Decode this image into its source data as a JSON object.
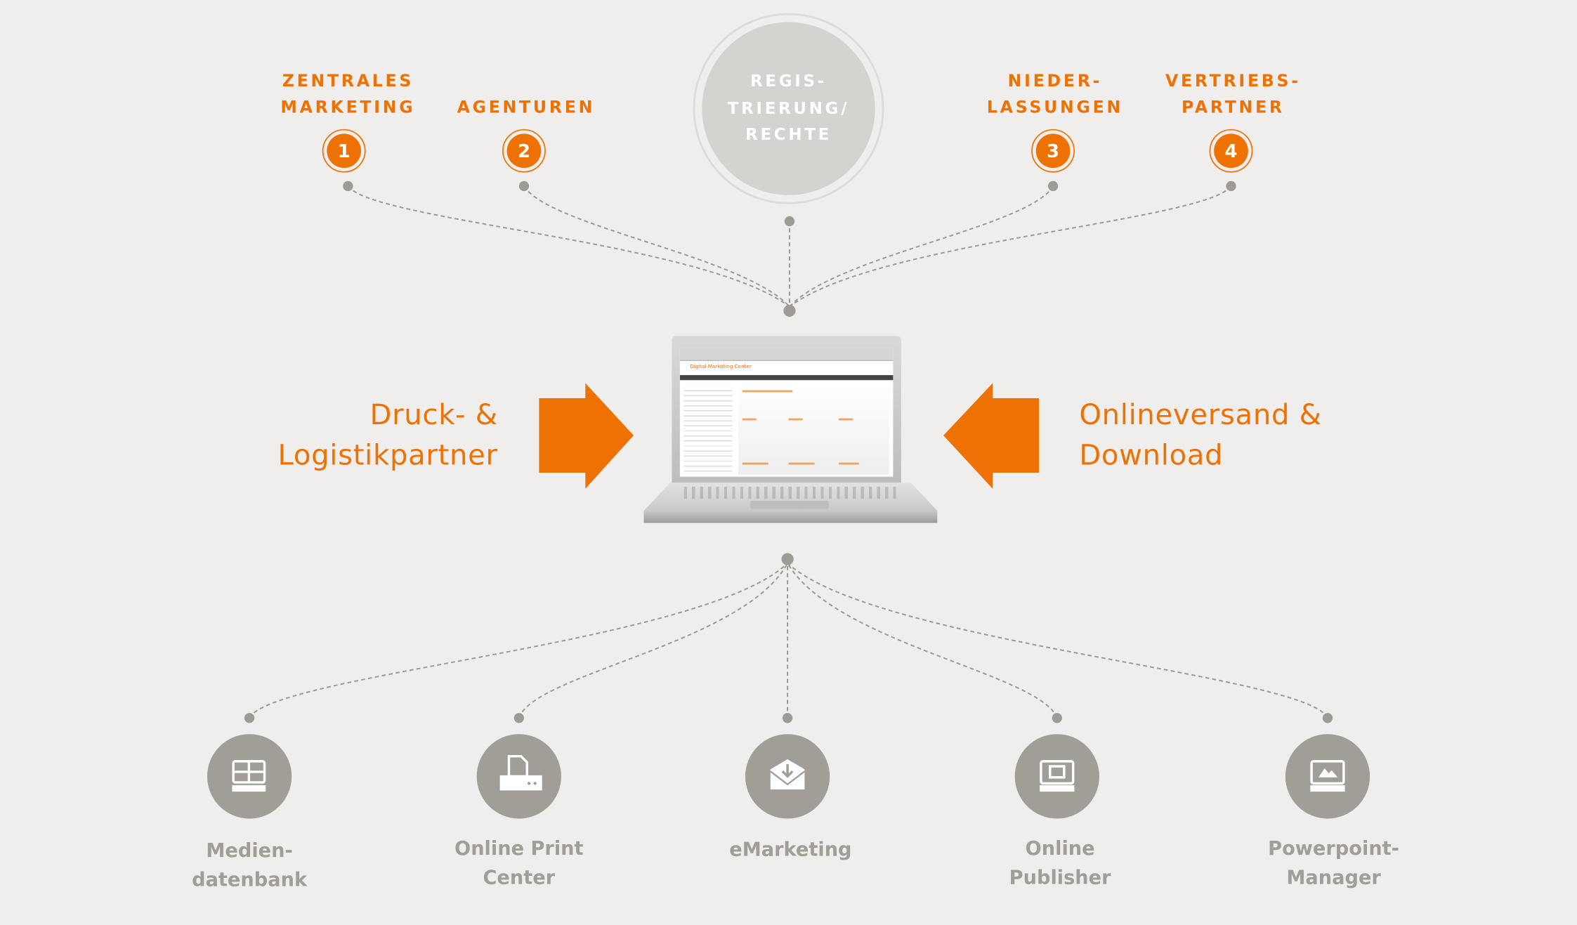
{
  "colors": {
    "background": "#efeeec",
    "accent": "#ee7203",
    "gray": "#a19d97",
    "registration_circle": "#d5d3cf"
  },
  "top": {
    "sources": [
      {
        "number": "1",
        "label_lines": [
          "ZENTRALES",
          "MARKETING"
        ]
      },
      {
        "number": "2",
        "label_lines": [
          "AGENTUREN"
        ]
      },
      {
        "number": "3",
        "label_lines": [
          "NIEDER-",
          "LASSUNGEN"
        ]
      },
      {
        "number": "4",
        "label_lines": [
          "VERTRIEBS-",
          "PARTNER"
        ]
      }
    ],
    "registration": {
      "lines": [
        "REGIS-",
        "TRIERUNG/",
        "RECHTE"
      ]
    }
  },
  "center": {
    "left": {
      "lines": [
        "Druck- &",
        "Logistikpartner"
      ],
      "arrow": "arrow-right"
    },
    "right": {
      "lines": [
        "Onlineversand &",
        "Download"
      ],
      "arrow": "arrow-left"
    },
    "laptop": {
      "screen_brand": "Digital Marketing Center"
    }
  },
  "modules": [
    {
      "icon": "media-database-icon",
      "lines": [
        "Medien-",
        "datenbank"
      ]
    },
    {
      "icon": "print-fax-icon",
      "lines": [
        "Online Print",
        "Center"
      ]
    },
    {
      "icon": "email-download-icon",
      "lines": [
        "eMarketing"
      ]
    },
    {
      "icon": "publisher-monitor-icon",
      "lines": [
        "Online",
        "Publisher"
      ]
    },
    {
      "icon": "presentation-monitor-icon",
      "lines": [
        "Powerpoint-",
        "Manager"
      ]
    }
  ]
}
